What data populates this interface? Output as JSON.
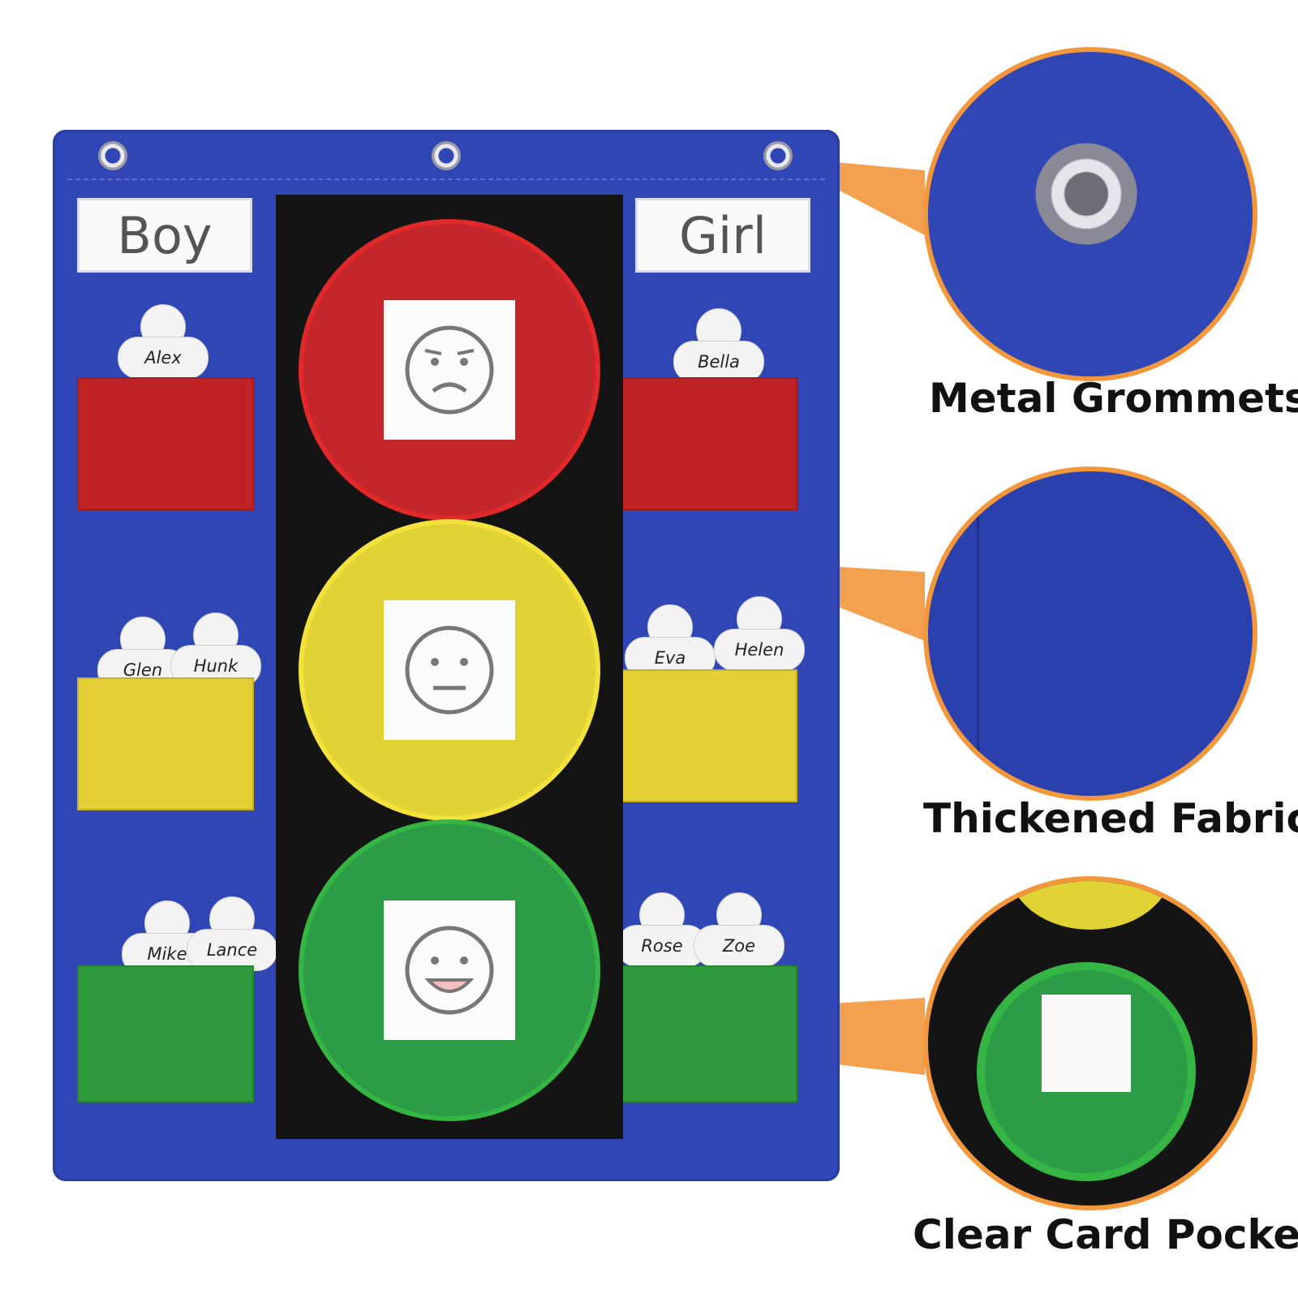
{
  "chart": {
    "boy_label": "Boy",
    "girl_label": "Girl",
    "boys": {
      "red": [
        "Alex"
      ],
      "yellow": [
        "Glen",
        "Hunk"
      ],
      "green": [
        "Mike",
        "Lance"
      ]
    },
    "girls": {
      "red": [
        "Bella"
      ],
      "yellow": [
        "Eva",
        "Helen"
      ],
      "green": [
        "Rose",
        "Zoe"
      ]
    }
  },
  "callouts": {
    "grommets": "Metal Grommets",
    "fabric": "Thickened Fabric",
    "pocket": "Clear Card Pocket"
  },
  "colors": {
    "fabric_blue": "#2f46b4",
    "panel_black": "#141414",
    "red": "#c3262b",
    "yellow": "#e1d235",
    "green": "#2c9c46",
    "callout_orange": "#f2973b"
  }
}
